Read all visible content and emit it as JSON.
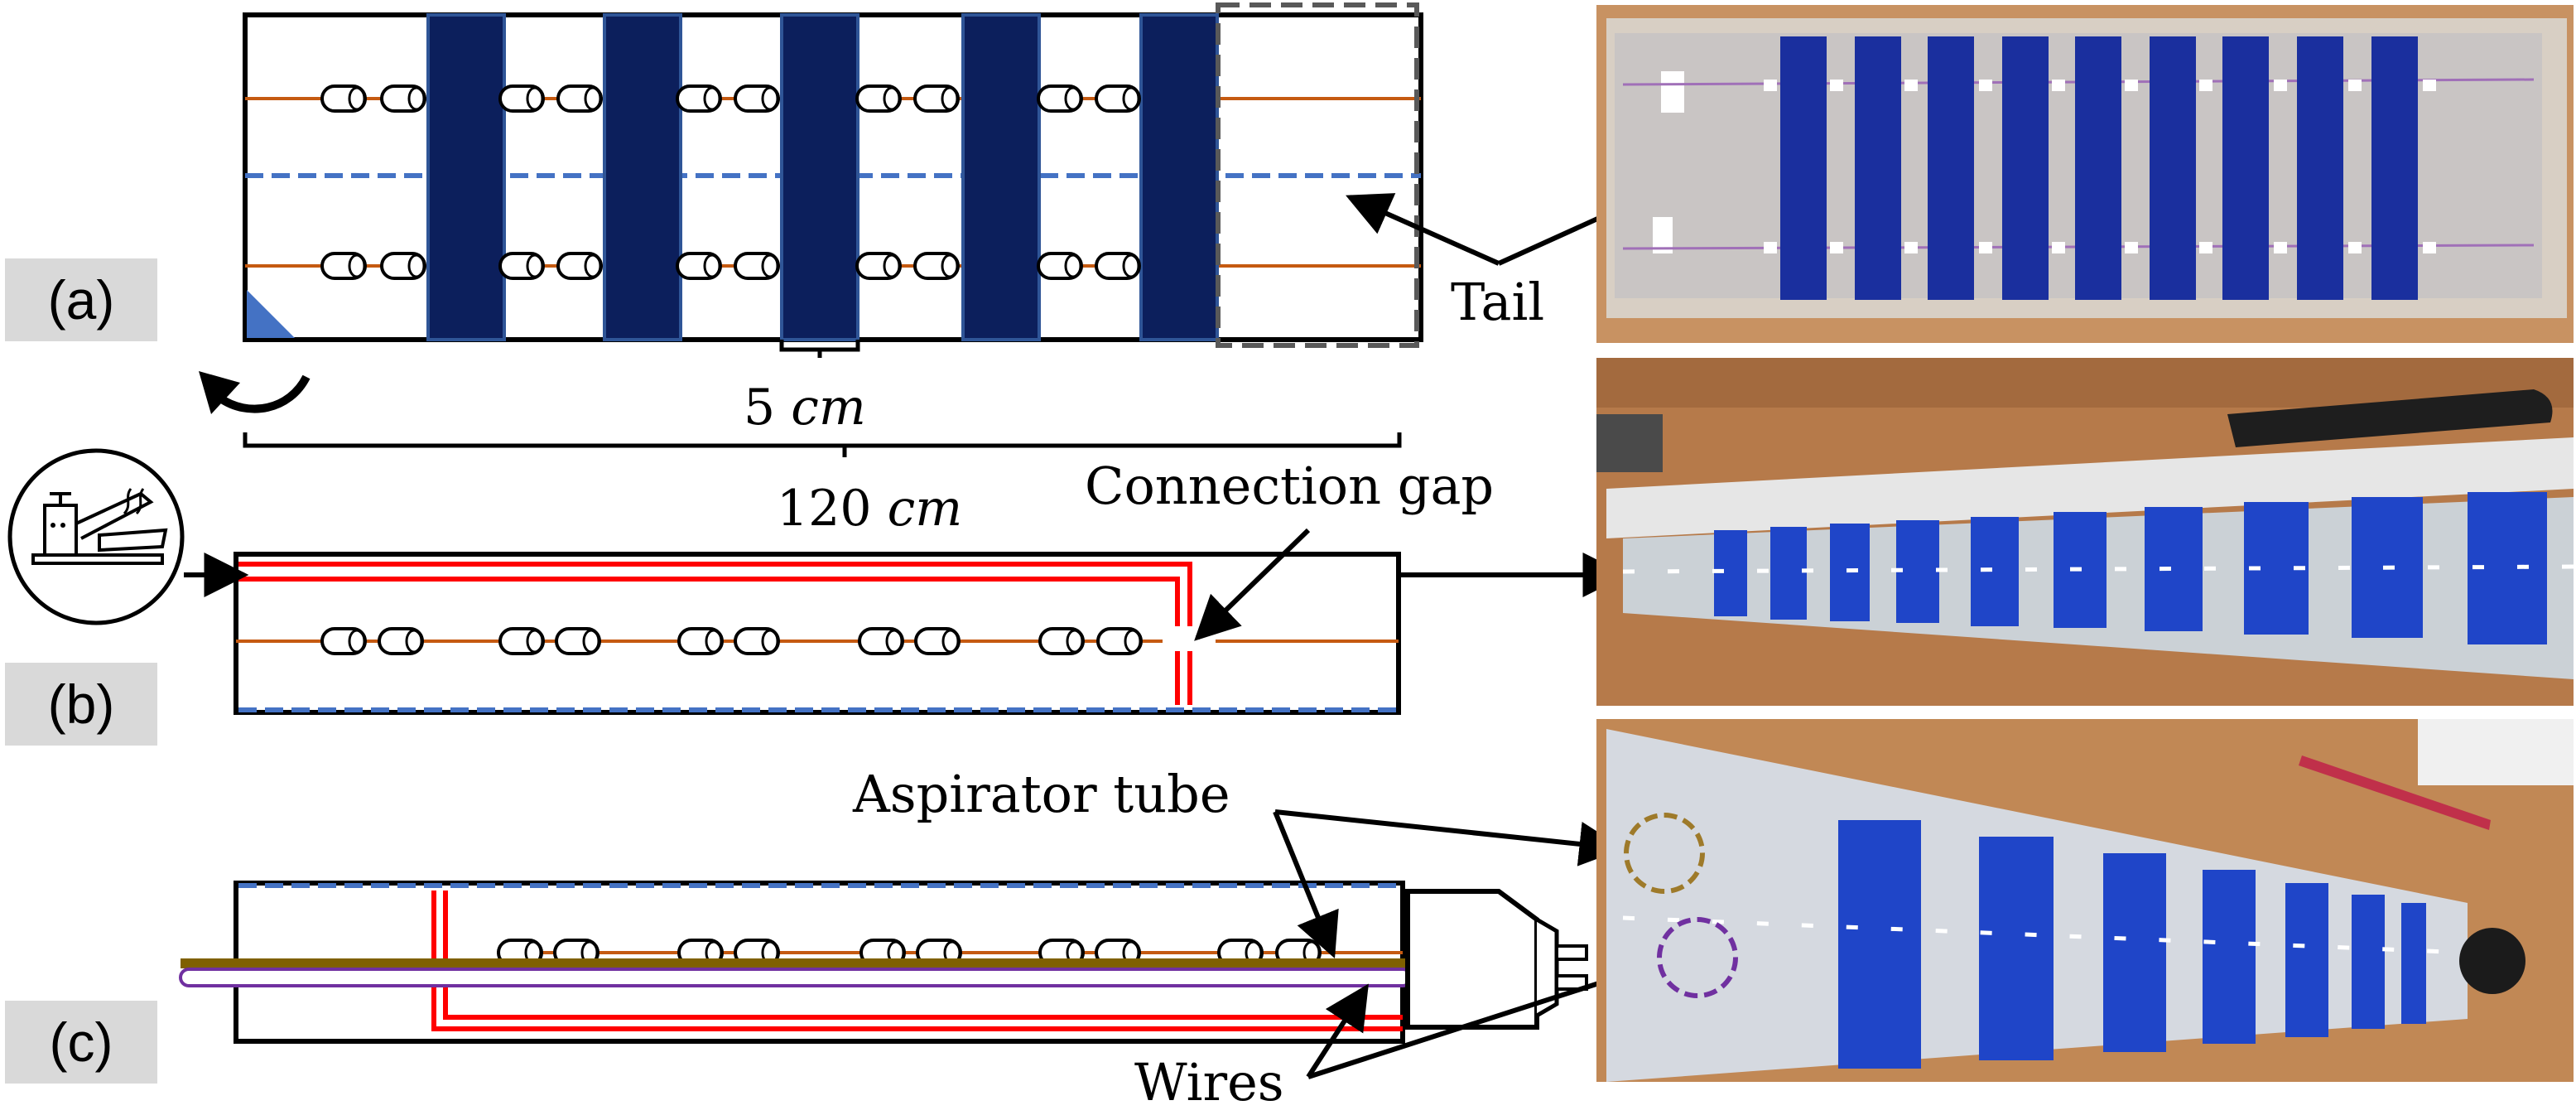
{
  "panels": [
    {
      "id": "a",
      "label": "(a)"
    },
    {
      "id": "b",
      "label": "(b)"
    },
    {
      "id": "c",
      "label": "(c)"
    }
  ],
  "annotations": {
    "tail": "Tail",
    "connection_gap": "Connection gap",
    "aspirator_tube": "Aspirator tube",
    "wires": "Wires"
  },
  "dimensions": {
    "strip_width": {
      "value": "5",
      "unit": "cm"
    },
    "total_length": {
      "value": "120",
      "unit": "cm"
    }
  },
  "icons": {
    "heat_sealer": "heat-sealer-icon",
    "rotate_arrow": "curved-arrow-icon"
  },
  "colors": {
    "strip": "#0c1f5c",
    "strip_border": "#2f5597",
    "wire": "#c55a11",
    "seal": "#ff0000",
    "dash": "#4472c4",
    "tube": "#7f6000",
    "purple_wire": "#7030a0",
    "tail_box": "#595959",
    "photo_wood": "#b67a4a",
    "photo_blue": "#1a2f9e"
  }
}
